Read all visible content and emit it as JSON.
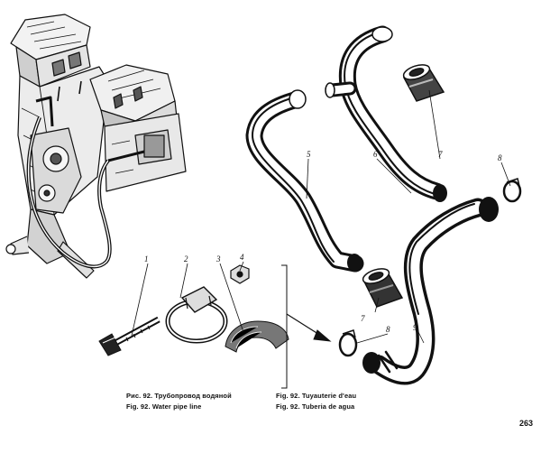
{
  "figure": {
    "captions": {
      "ru": "Рис. 92. Трубопровод водяной",
      "en": "Fig. 92. Water pipe line",
      "fr": "Fig. 92. Tuyauterie d'eau",
      "es": "Fig. 92. Tuberia de agua"
    },
    "callouts": [
      "1",
      "2",
      "3",
      "4",
      "5",
      "6",
      "7",
      "8",
      "9",
      "7",
      "8"
    ]
  },
  "page_number": "263"
}
